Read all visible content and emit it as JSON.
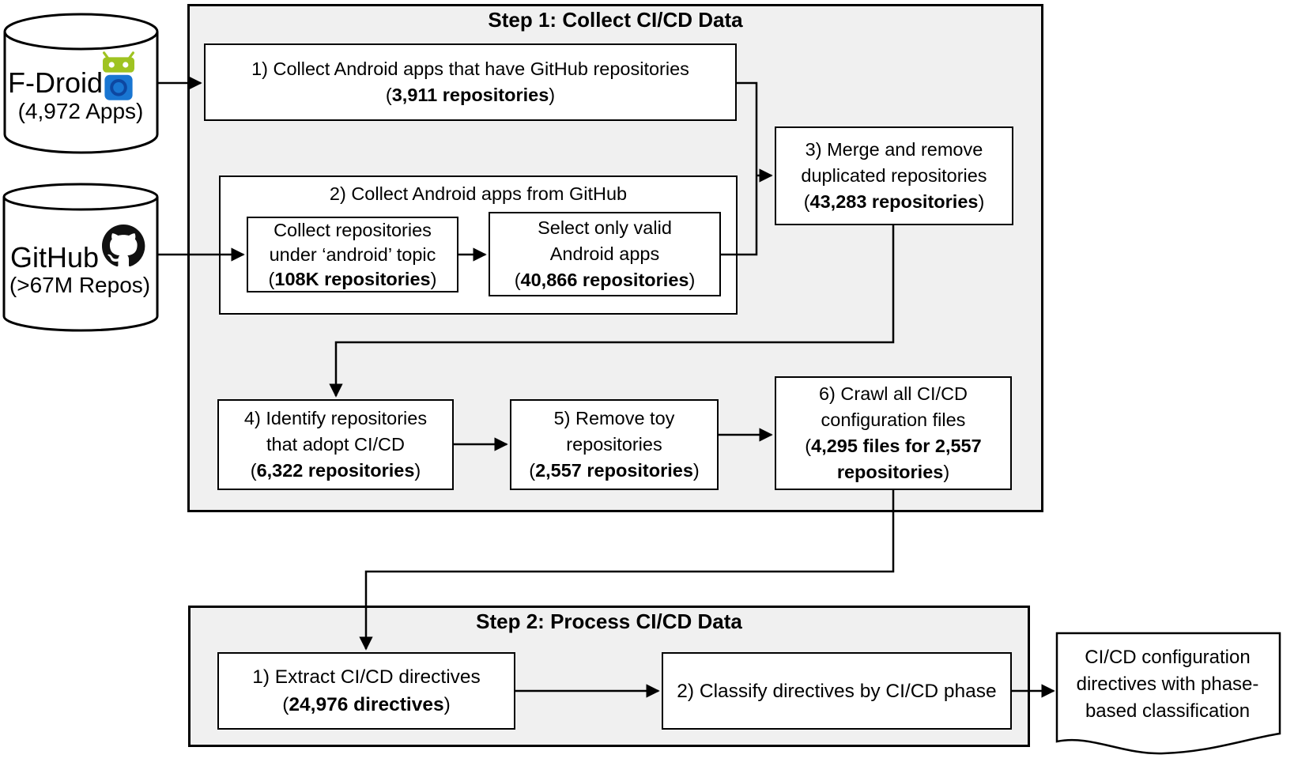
{
  "punct": {
    "open": "(",
    "close": ")"
  },
  "sources": {
    "fdroid": {
      "name": "F-Droid",
      "count": "(4,972 Apps)",
      "logo": "fdroid-robot-icon"
    },
    "github": {
      "name": "GitHub",
      "count": "(>67M Repos)",
      "logo": "github-octocat-icon"
    }
  },
  "step1": {
    "title": "Step 1: Collect CI/CD Data",
    "box1": {
      "text": "1) Collect Android apps that have GitHub repositories",
      "stat": "3,911 repositories"
    },
    "box2": {
      "title": "2) Collect Android apps from GitHub",
      "sub_left": {
        "line1": "Collect repositories",
        "line2": "under ‘android’ topic",
        "stat": "108K repositories"
      },
      "sub_right": {
        "line1": "Select only valid",
        "line2": "Android apps",
        "stat": "40,866 repositories"
      }
    },
    "box3": {
      "line1": "3) Merge and remove",
      "line2": "duplicated repositories",
      "stat": "43,283 repositories"
    },
    "box4": {
      "line1": "4) Identify repositories",
      "line2": "that adopt CI/CD",
      "stat": "6,322 repositories"
    },
    "box5": {
      "line1": "5) Remove toy",
      "line2": "repositories",
      "stat": "2,557 repositories"
    },
    "box6": {
      "line1": "6) Crawl all CI/CD",
      "line2": "configuration files",
      "stat": "4,295 files for 2,557 repositories"
    }
  },
  "step2": {
    "title": "Step 2: Process CI/CD Data",
    "box1": {
      "text": "1) Extract CI/CD directives",
      "stat": "24,976 directives"
    },
    "box2": {
      "text": "2) Classify directives by CI/CD phase"
    }
  },
  "output": {
    "text": "CI/CD configuration directives with phase-based classification"
  },
  "colors": {
    "container_fill": "#f0f0f0",
    "line_black": "#000000",
    "fdroid_green": "#9FC321",
    "fdroid_blue": "#1976D2",
    "fdroid_ring": "#0D47A1",
    "github_black": "#111111"
  }
}
